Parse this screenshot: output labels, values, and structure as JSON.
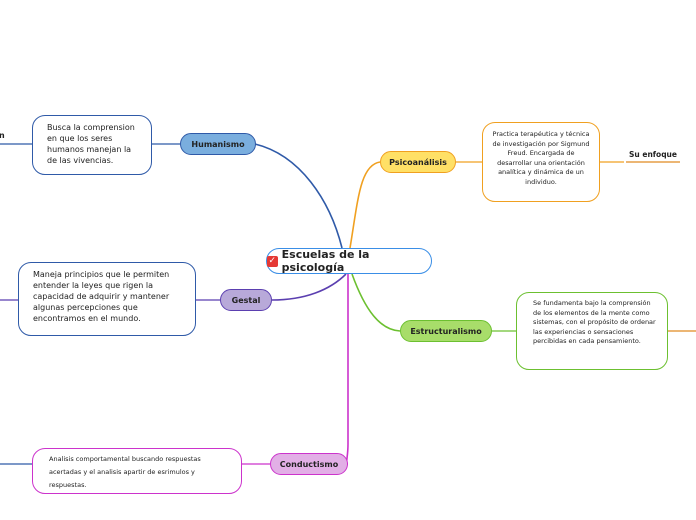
{
  "central": {
    "label": "Escuelas de la psicología",
    "icon": "checkbox-icon"
  },
  "branches": {
    "humanismo": {
      "label": "Humanismo",
      "color": "#7aaede",
      "desc": "Busca la comprension en que los seres humanos manejan la de las vivencias."
    },
    "gestal": {
      "label": "Gestal",
      "color": "#b8a9d9",
      "desc": "Maneja principios que le permiten entender la leyes que rigen la capacidad de adquirir y mantener algunas percepciones que encontramos en el mundo."
    },
    "conductismo": {
      "label": "Conductismo",
      "color": "#e2afe6",
      "desc": "Analisis comportamental buscando respuestas acertadas y el analisis apartir de esrimulos y respuestas."
    },
    "psicoanalisis": {
      "label": "Psicoanálisis",
      "color": "#ffe066",
      "desc": "Practica terapéutica y técnica de investigación por Sigmund Freud. Encargada de desarrollar una orientación analítica y dinámica de un individuo.",
      "sub": "Su enfoque"
    },
    "estructuralismo": {
      "label": "Estructuralismo",
      "color": "#a8dd6a",
      "desc": "Se fundamenta bajo la comprensión de los elementos de la mente como sistemas, con el propósito de ordenar las experiencias o sensaciones percibidas en cada pensamiento."
    }
  },
  "offscreen_fragment": "n"
}
